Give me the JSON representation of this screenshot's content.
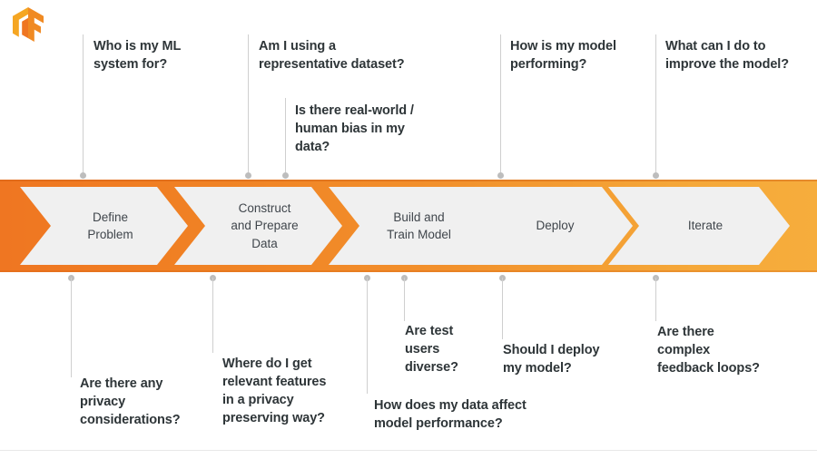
{
  "page": {
    "title": "ML workflow lifecycle with responsible-AI questions",
    "background": "#ffffff",
    "accent_orange_start": "#ef7622",
    "accent_orange_end": "#f6ad3c",
    "chevron_fill": "#f0f0f0",
    "note_color": "#2e3538",
    "connector_color": "#cfcfcf"
  },
  "logo": {
    "name": "tensorflow-logo",
    "alt": "TensorFlow"
  },
  "pipeline": {
    "stages": [
      {
        "id": "define-problem",
        "label": "Define\nProblem"
      },
      {
        "id": "construct-prepare",
        "label": "Construct\nand Prepare\nData"
      },
      {
        "id": "build-train",
        "label": "Build and\nTrain Model"
      },
      {
        "id": "deploy",
        "label": "Deploy"
      },
      {
        "id": "iterate",
        "label": "Iterate"
      }
    ]
  },
  "notes_top": [
    {
      "id": "who-is-my-ml-system-for",
      "text": "Who is my ML\nsystem for?"
    },
    {
      "id": "representative-dataset",
      "text": "Am I using a\nrepresentative dataset?"
    },
    {
      "id": "real-world-human-bias",
      "text": "Is there real-world /\nhuman bias in my\ndata?"
    },
    {
      "id": "how-is-my-model-performing",
      "text": "How is my model\nperforming?"
    },
    {
      "id": "improve-the-model",
      "text": "What can I do to\nimprove the model?"
    }
  ],
  "notes_bottom": [
    {
      "id": "privacy-considerations",
      "text": "Are there any\nprivacy\nconsiderations?"
    },
    {
      "id": "relevant-features-privacy",
      "text": "Where do I get\nrelevant features\nin a privacy\npreserving way?"
    },
    {
      "id": "data-affect-model-performance",
      "text": "How does my data affect\nmodel performance?"
    },
    {
      "id": "are-test-users-diverse",
      "text": "Are test\nusers\ndiverse?"
    },
    {
      "id": "should-i-deploy-my-model",
      "text": "Should I deploy\nmy model?"
    },
    {
      "id": "complex-feedback-loops",
      "text": "Are there\ncomplex\nfeedback loops?"
    }
  ]
}
